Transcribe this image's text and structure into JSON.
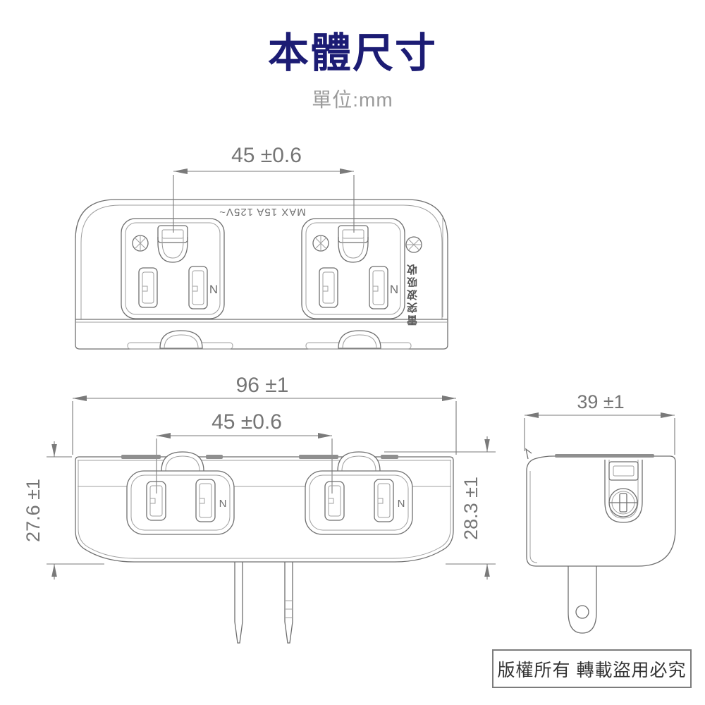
{
  "page": {
    "title": "本體尺寸",
    "unit_label": "單位:mm",
    "copyright": "版權所有 轉載盜用必究"
  },
  "labels": {
    "neutral": "N",
    "max_rating": "MAX 15A 125V~",
    "side_vertical_text": "雷突波吸收"
  },
  "dimensions": {
    "outlet_spacing": "45 ±0.6",
    "body_width": "96 ±1",
    "body_height_left": "27.6 ±1",
    "body_height_right": "28.3 ±1",
    "body_depth": "39 ±1"
  },
  "colors": {
    "title": "#1c1c74",
    "subtitle": "#9a9a9a",
    "drawing_line": "#6f6f6f",
    "dimension_text": "#757575"
  }
}
